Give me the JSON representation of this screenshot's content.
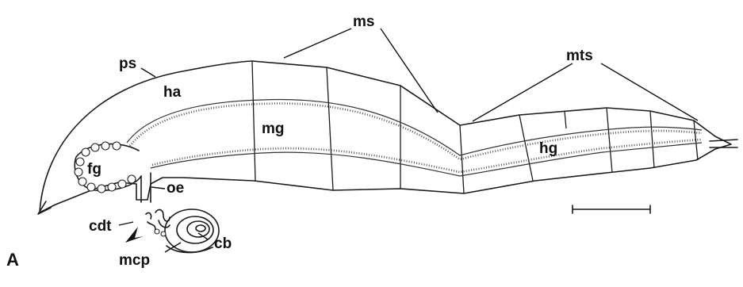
{
  "figure": {
    "panel_letter": "A",
    "labels": {
      "ps": "ps",
      "ha": "ha",
      "ms": "ms",
      "mts": "mts",
      "mg": "mg",
      "fg": "fg",
      "hg": "hg",
      "oe": "oe",
      "cdt": "cdt",
      "mcp": "mcp",
      "cb": "cb"
    }
  }
}
